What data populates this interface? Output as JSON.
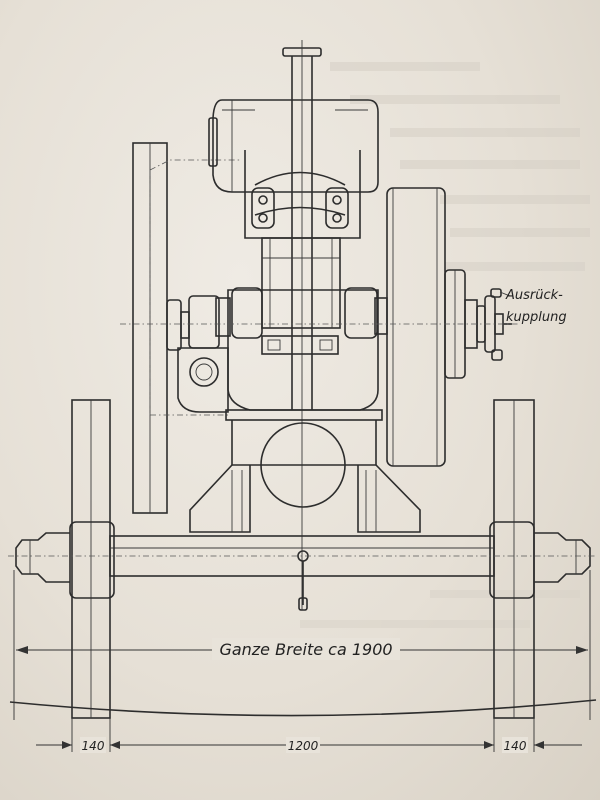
{
  "drawing": {
    "labels": {
      "coupling_line1": "Ausrück-",
      "coupling_line2": "kupplung",
      "total_width": "Ganze Breite ca 1900"
    },
    "dimensions": {
      "left_wheel": "140",
      "track": "1200",
      "right_wheel": "140"
    }
  }
}
